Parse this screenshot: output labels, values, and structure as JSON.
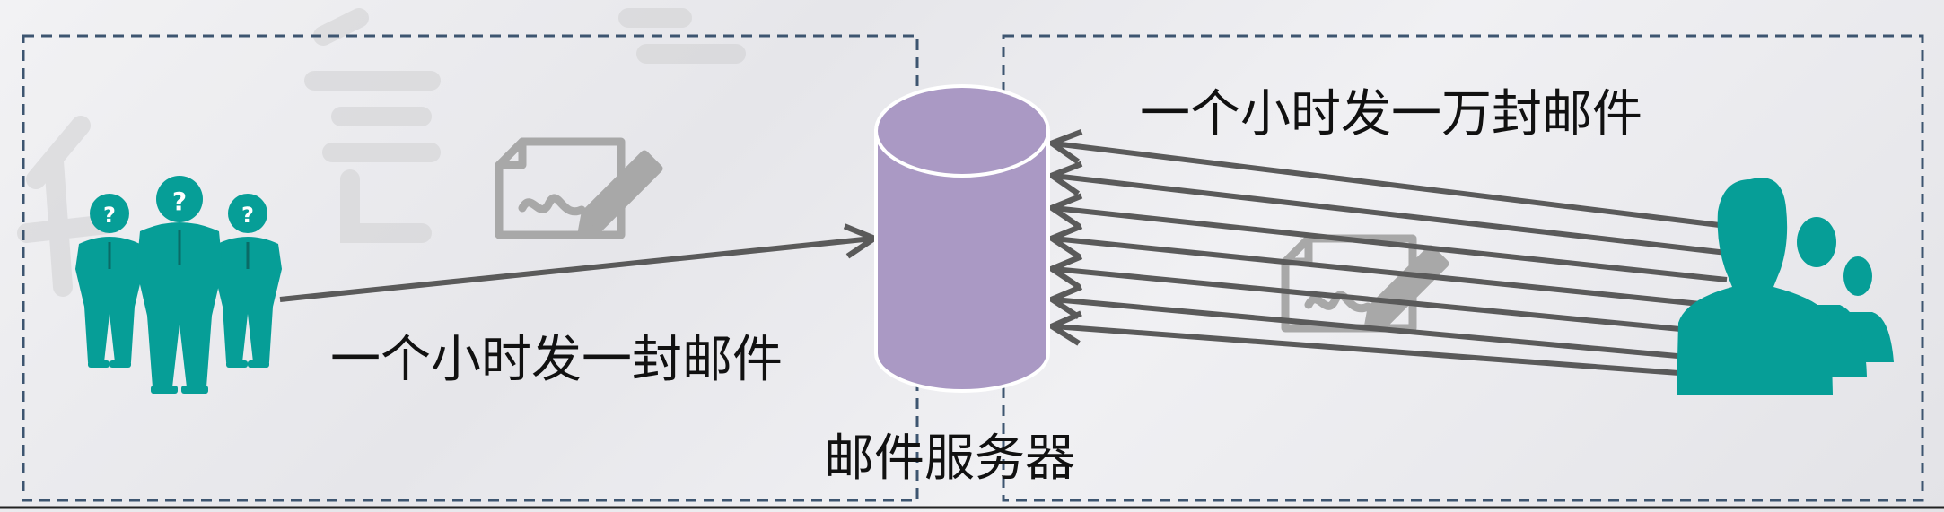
{
  "diagram": {
    "left_label": "一个小时发一封邮件",
    "right_label": "一个小时发一万封邮件",
    "server_label": "邮件服务器",
    "colors": {
      "server_fill": "#aa99c4",
      "server_stroke": "#ffffff",
      "people": "#069e97",
      "arrow": "#5a5a5a",
      "mail_icon": "#a8a8a8",
      "dashed_border": "#3d5570",
      "watermark": "#cfcfd2"
    },
    "icons": [
      "group-of-people-icon",
      "mail-letter-icon",
      "database-server-icon",
      "crowd-icon"
    ]
  }
}
